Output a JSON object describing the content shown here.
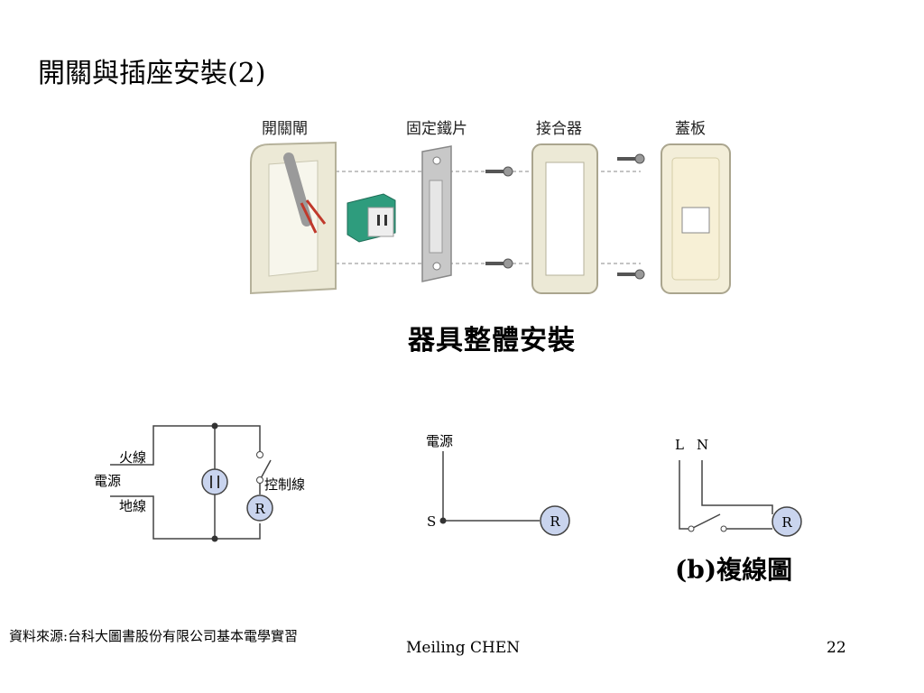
{
  "slide": {
    "title": "開關與插座安裝(2)",
    "page_number": "22",
    "author": "Meiling CHEN",
    "source": "資料來源:台科大圖書股份有限公司基本電學實習"
  },
  "assembly": {
    "parts": [
      "開關閘",
      "固定鐵片",
      "接合器",
      "蓋板"
    ],
    "caption": "器具整體安裝"
  },
  "diagram_left": {
    "hot_label": "火線",
    "source_label": "電源",
    "ground_label": "地線",
    "control_label": "控制線",
    "lamp_symbol": "R"
  },
  "diagram_middle": {
    "source_label": "電源",
    "switch_label": "S",
    "lamp_symbol": "R"
  },
  "diagram_right": {
    "l_label": "L",
    "n_label": "N",
    "lamp_symbol": "R",
    "caption": "(b)複線圖"
  }
}
